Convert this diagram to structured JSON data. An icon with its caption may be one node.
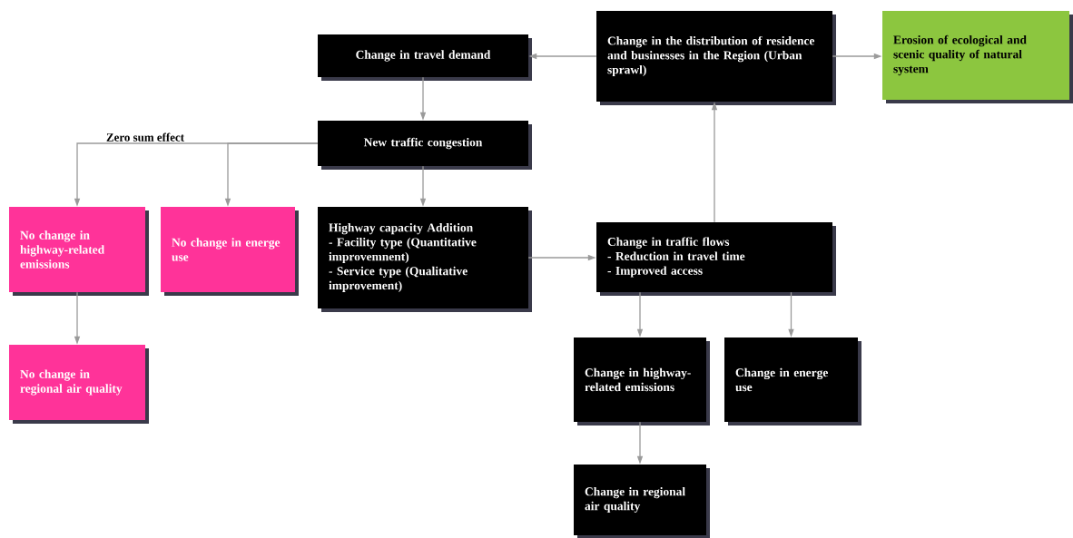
{
  "diagram": {
    "nodes": [
      {
        "text": [
          "Change in travel demand"
        ]
      },
      {
        "text": [
          "Change in the distribution of residence and businesses in the Region (Urban sprawl)"
        ]
      },
      {
        "text": [
          "Erosion of ecological and scenic quality of natural system"
        ]
      },
      {
        "text": [
          "New traffic congestion"
        ]
      },
      {
        "text": [
          "No change in highway-related emissions"
        ]
      },
      {
        "text": [
          "No change in energe use"
        ]
      },
      {
        "text": [
          "Highway capacity Addition",
          "- Facility type (Quantitative improvemnent)",
          "- Service type (Qualitative improvement)"
        ]
      },
      {
        "text": [
          "No change in regional air quality"
        ]
      },
      {
        "text": [
          "Change in traffic flows",
          "- Reduction in travel time",
          "- Improved access"
        ]
      },
      {
        "text": [
          "Change in highway-related emissions"
        ]
      },
      {
        "text": [
          "Change in energe use"
        ]
      },
      {
        "text": [
          "Change in regional air quality"
        ]
      }
    ],
    "edges": [
      {
        "from": 1,
        "to": 0,
        "arrow": "to"
      },
      {
        "from": 1,
        "to": 2,
        "arrow": "to"
      },
      {
        "from": 0,
        "to": 3,
        "arrow": "to"
      },
      {
        "from": 3,
        "to": 4,
        "arrow": "to",
        "label": "Zero sum effect"
      },
      {
        "from": 3,
        "to": 5,
        "arrow": "to"
      },
      {
        "from": 3,
        "to": 6,
        "arrow": "to"
      },
      {
        "from": 4,
        "to": 7,
        "arrow": "to"
      },
      {
        "from": 6,
        "to": 8,
        "arrow": "to"
      },
      {
        "from": 8,
        "to": 1,
        "arrow": "to"
      },
      {
        "from": 8,
        "to": 9,
        "arrow": "to"
      },
      {
        "from": 8,
        "to": 10,
        "arrow": "to"
      },
      {
        "from": 9,
        "to": 11,
        "arrow": "to"
      }
    ]
  }
}
